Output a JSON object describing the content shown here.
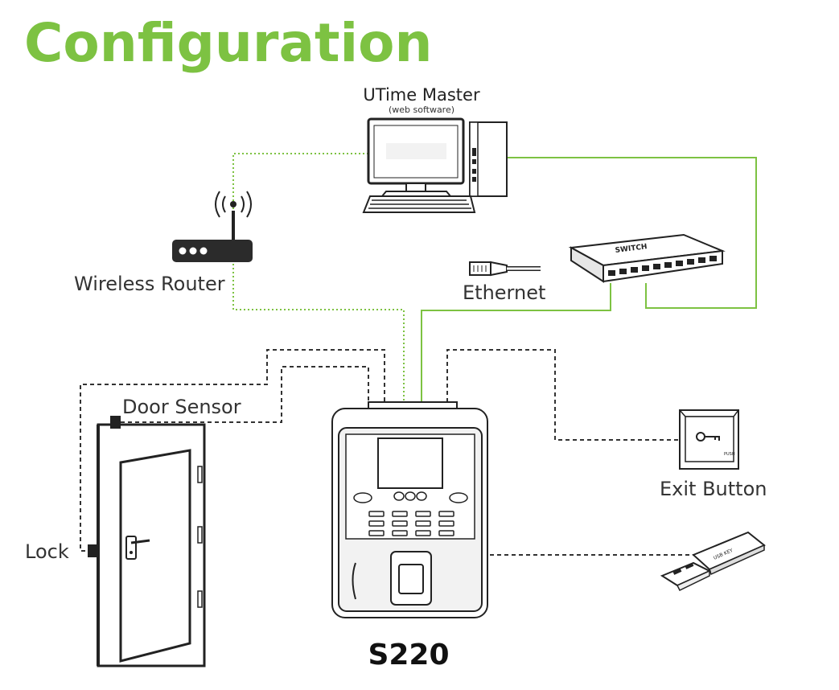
{
  "title": "Configuration",
  "colors": {
    "title": "#7dc242",
    "link_green": "#7dc242",
    "line_dark": "#333333",
    "device_fill": "#f2f2f2"
  },
  "nodes": {
    "utime": {
      "title": "UTime Master",
      "subtitle": "(web software)",
      "icon": "desktop-computer-icon"
    },
    "router": {
      "label": "Wireless Router",
      "icon": "wireless-router-icon"
    },
    "ethernet": {
      "label": "Ethernet",
      "icon": "rj45-plug-icon"
    },
    "switch": {
      "label": "SWITCH",
      "icon": "network-switch-icon"
    },
    "door_sensor": {
      "label": "Door Sensor"
    },
    "lock": {
      "label": "Lock"
    },
    "exit_button": {
      "label": "Exit Button",
      "button_text": "PUSH",
      "icon": "exit-button-icon"
    },
    "usb": {
      "label": "USB KEY",
      "icon": "usb-key-icon"
    },
    "device": {
      "label": "S220",
      "icon": "time-attendance-terminal-icon"
    },
    "door": {
      "icon": "door-icon"
    }
  },
  "connections": [
    {
      "from": "router",
      "to": "utime",
      "style": "dotted-green",
      "medium": "wireless"
    },
    {
      "from": "router",
      "to": "device",
      "style": "dotted-green",
      "medium": "wireless"
    },
    {
      "from": "utime",
      "to": "switch",
      "style": "solid-green",
      "medium": "ethernet"
    },
    {
      "from": "switch",
      "to": "device",
      "style": "solid-green",
      "medium": "ethernet"
    },
    {
      "from": "device",
      "to": "lock",
      "style": "dashed-dark"
    },
    {
      "from": "device",
      "to": "door_sensor",
      "style": "dashed-dark"
    },
    {
      "from": "device",
      "to": "exit_button",
      "style": "dashed-dark"
    },
    {
      "from": "device",
      "to": "usb",
      "style": "dashed-dark"
    }
  ]
}
